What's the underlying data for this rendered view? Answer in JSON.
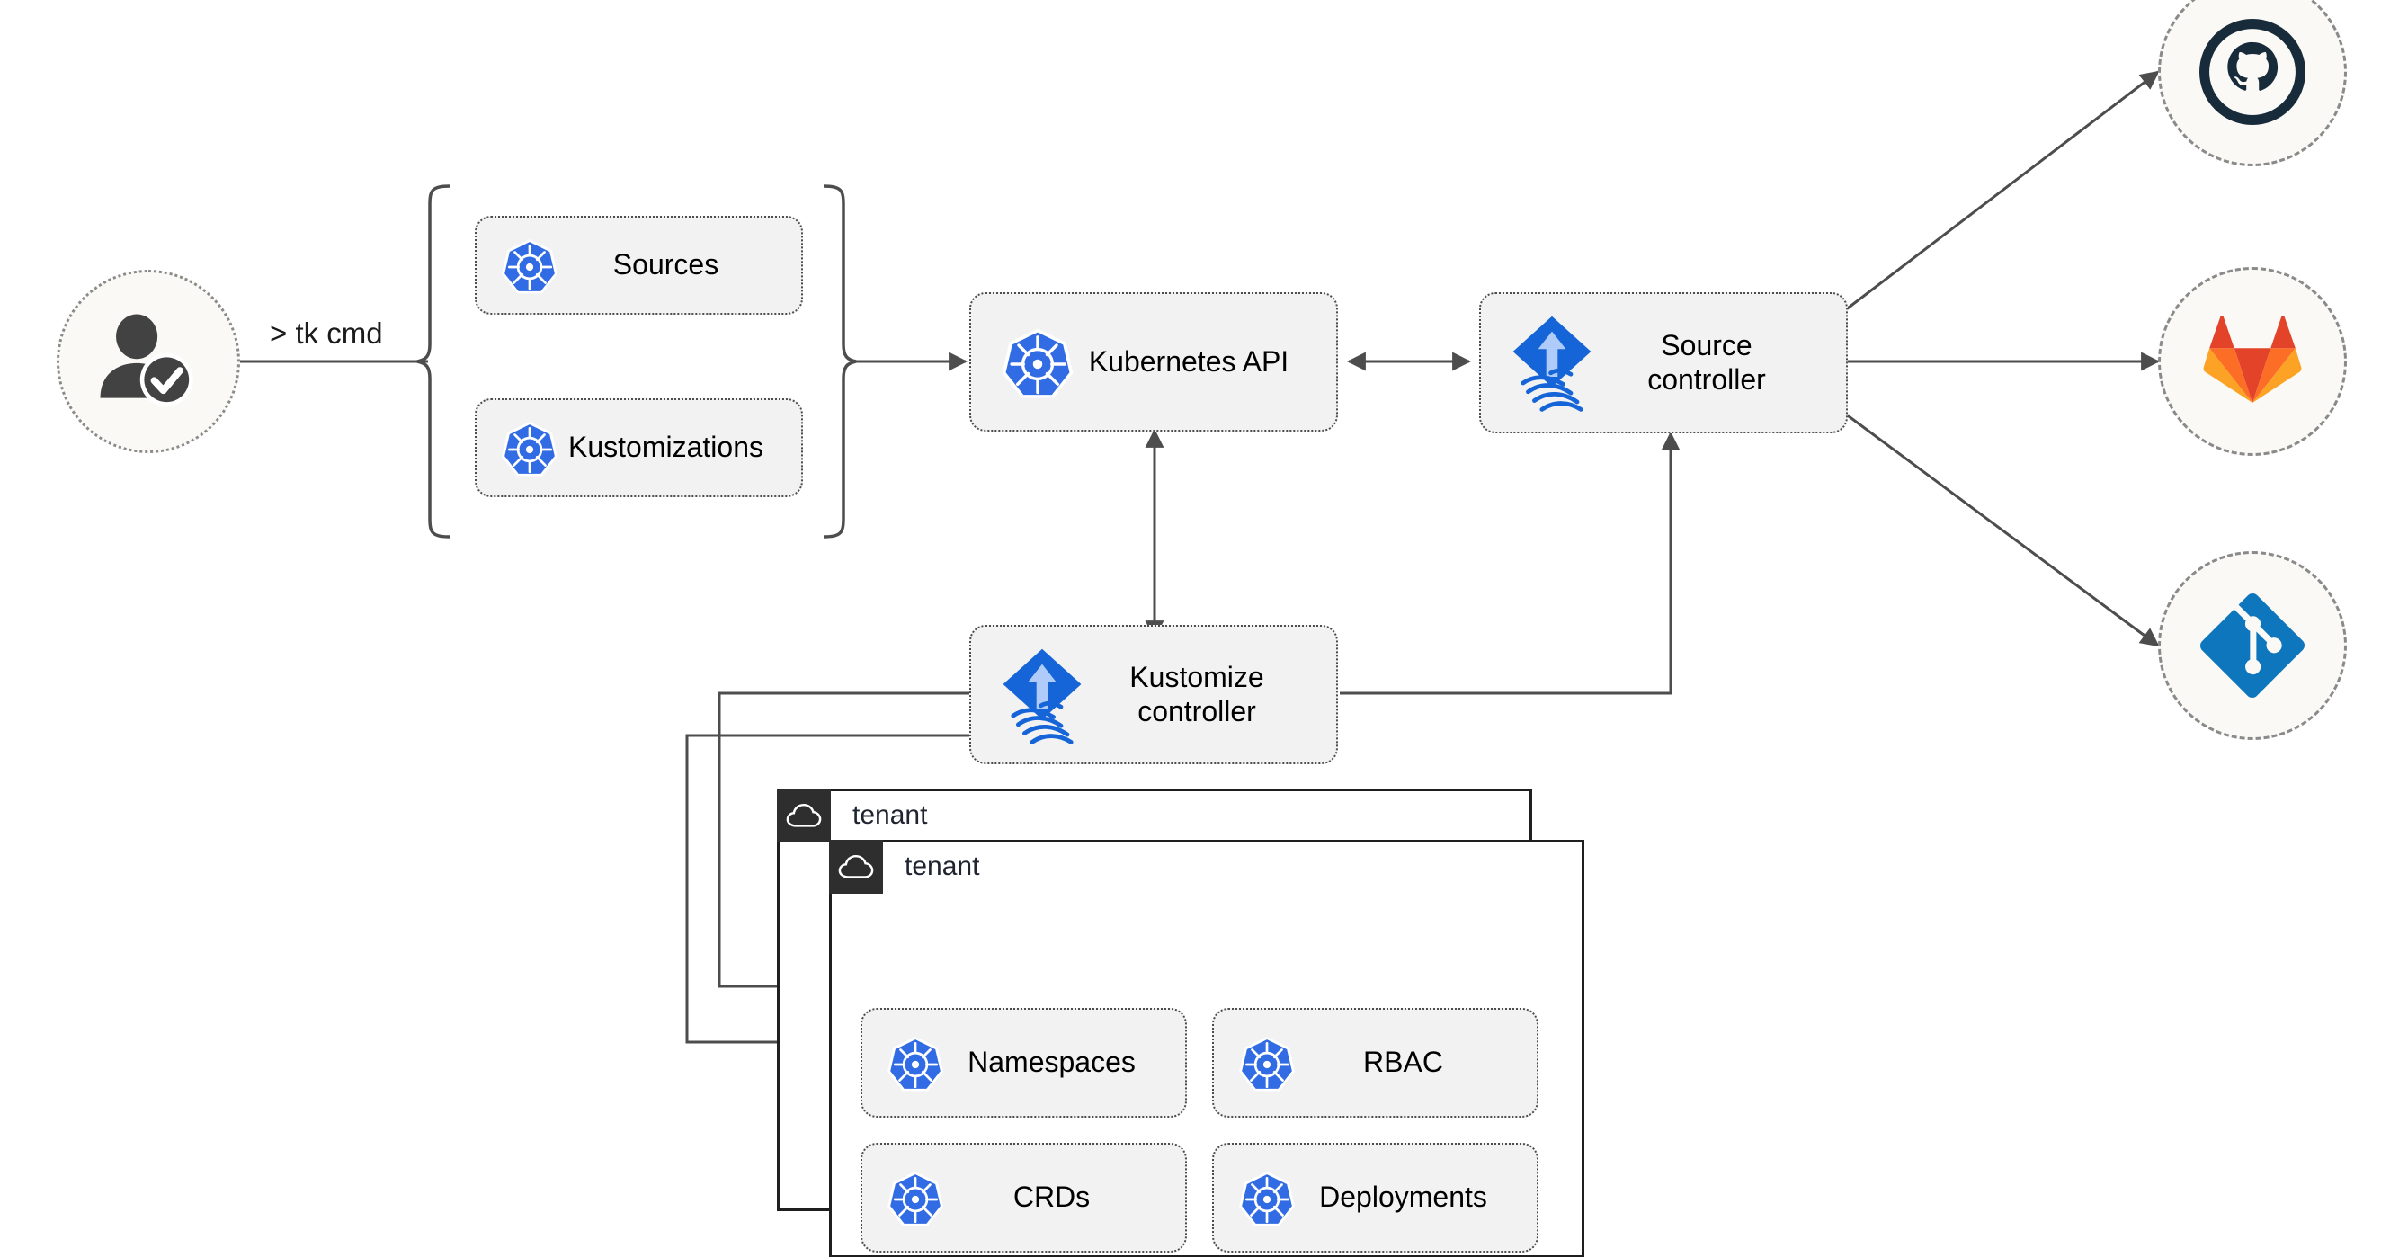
{
  "diagram": {
    "title": "Flux multi-tenancy GitOps architecture",
    "colors": {
      "kubernetes_blue": "#326CE5",
      "flux_blue": "#1A6DE0",
      "git_blue": "#0E76BC",
      "github_dark": "#172B3A",
      "gitlab_red": "#E24329",
      "gitlab_orange": "#FC6D26",
      "gitlab_amber": "#FCA326",
      "node_fill": "#F2F2F2",
      "node_stroke": "#4D4D4D",
      "circle_fill": "#FAF9F6",
      "circle_stroke": "#8A8A8A",
      "cluster_stroke": "#1F1F1F",
      "cluster_tag": "#2E2E2E",
      "edge_stroke": "#4D4D4D"
    },
    "actor": {
      "name": "user",
      "icon": "user-check-icon"
    },
    "edge_labels": {
      "cmd": "> tk cmd"
    },
    "resource_group": {
      "items": [
        {
          "label": "Sources",
          "icon": "kubernetes-icon"
        },
        {
          "label": "Kustomizations",
          "icon": "kubernetes-icon"
        }
      ]
    },
    "nodes": {
      "kubernetes_api": {
        "label": "Kubernetes API",
        "icon": "kubernetes-icon"
      },
      "source_controller": {
        "label": "Source\ncontroller",
        "icon": "flux-icon"
      },
      "kustomize_controller": {
        "label": "Kustomize\ncontroller",
        "icon": "flux-icon"
      }
    },
    "providers": [
      {
        "name": "github",
        "icon": "github-icon"
      },
      {
        "name": "gitlab",
        "icon": "gitlab-icon"
      },
      {
        "name": "git",
        "icon": "git-icon"
      }
    ],
    "clusters": [
      {
        "title": "tenant",
        "icon": "cloud-icon"
      },
      {
        "title": "tenant",
        "icon": "cloud-icon",
        "resources": [
          {
            "label": "Namespaces",
            "icon": "kubernetes-icon"
          },
          {
            "label": "RBAC",
            "icon": "kubernetes-icon"
          },
          {
            "label": "CRDs",
            "icon": "kubernetes-icon"
          },
          {
            "label": "Deployments",
            "icon": "kubernetes-icon"
          }
        ]
      }
    ]
  }
}
